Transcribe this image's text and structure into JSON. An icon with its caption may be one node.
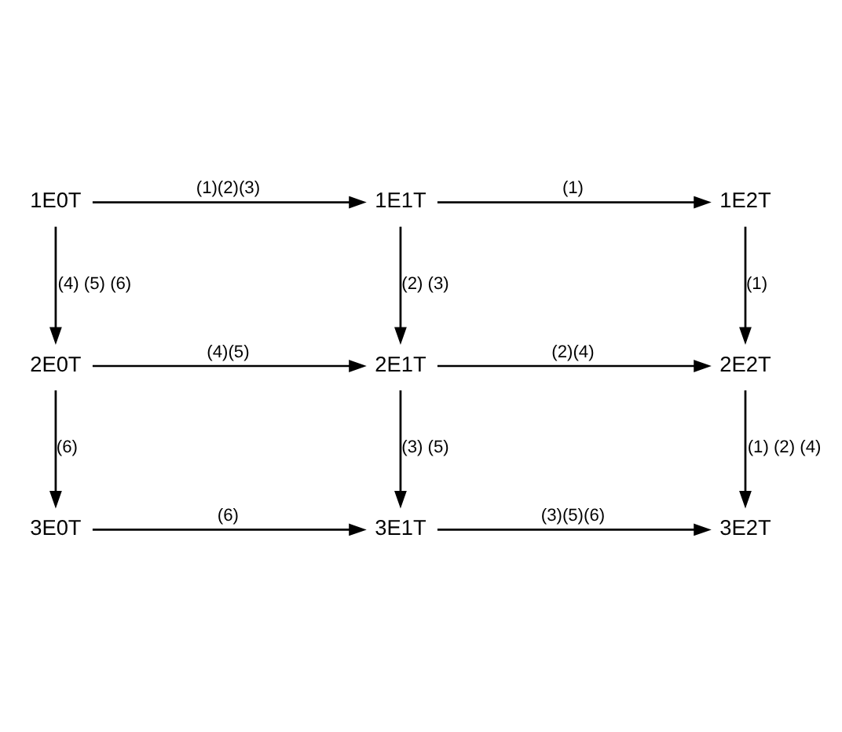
{
  "diagram": {
    "nodes": [
      {
        "text": [
          "1E0T"
        ]
      },
      {
        "text": [
          "1E1T"
        ]
      },
      {
        "text": [
          "1E2T"
        ]
      },
      {
        "text": [
          "2E0T"
        ]
      },
      {
        "text": [
          "2E1T"
        ]
      },
      {
        "text": [
          "2E2T"
        ]
      },
      {
        "text": [
          "3E0T"
        ]
      },
      {
        "text": [
          "3E1T"
        ]
      },
      {
        "text": [
          "3E2T"
        ]
      }
    ],
    "edges": [
      {
        "from": 0,
        "to": 1,
        "arrow": "to",
        "label": "(1)(2)(3)"
      },
      {
        "from": 1,
        "to": 2,
        "arrow": "to",
        "label": "(1)"
      },
      {
        "from": 0,
        "to": 3,
        "arrow": "to",
        "label": "(4) (5) (6)"
      },
      {
        "from": 1,
        "to": 4,
        "arrow": "to",
        "label": "(2) (3)"
      },
      {
        "from": 2,
        "to": 5,
        "arrow": "to",
        "label": "(1)"
      },
      {
        "from": 3,
        "to": 4,
        "arrow": "to",
        "label": "(4)(5)"
      },
      {
        "from": 4,
        "to": 5,
        "arrow": "to",
        "label": "(2)(4)"
      },
      {
        "from": 3,
        "to": 6,
        "arrow": "to",
        "label": "(6)"
      },
      {
        "from": 4,
        "to": 7,
        "arrow": "to",
        "label": "(3) (5)"
      },
      {
        "from": 5,
        "to": 8,
        "arrow": "to",
        "label": "(1) (2) (4)"
      },
      {
        "from": 6,
        "to": 7,
        "arrow": "to",
        "label": "(6)"
      },
      {
        "from": 7,
        "to": 8,
        "arrow": "to",
        "label": "(3)(5)(6)"
      }
    ]
  }
}
